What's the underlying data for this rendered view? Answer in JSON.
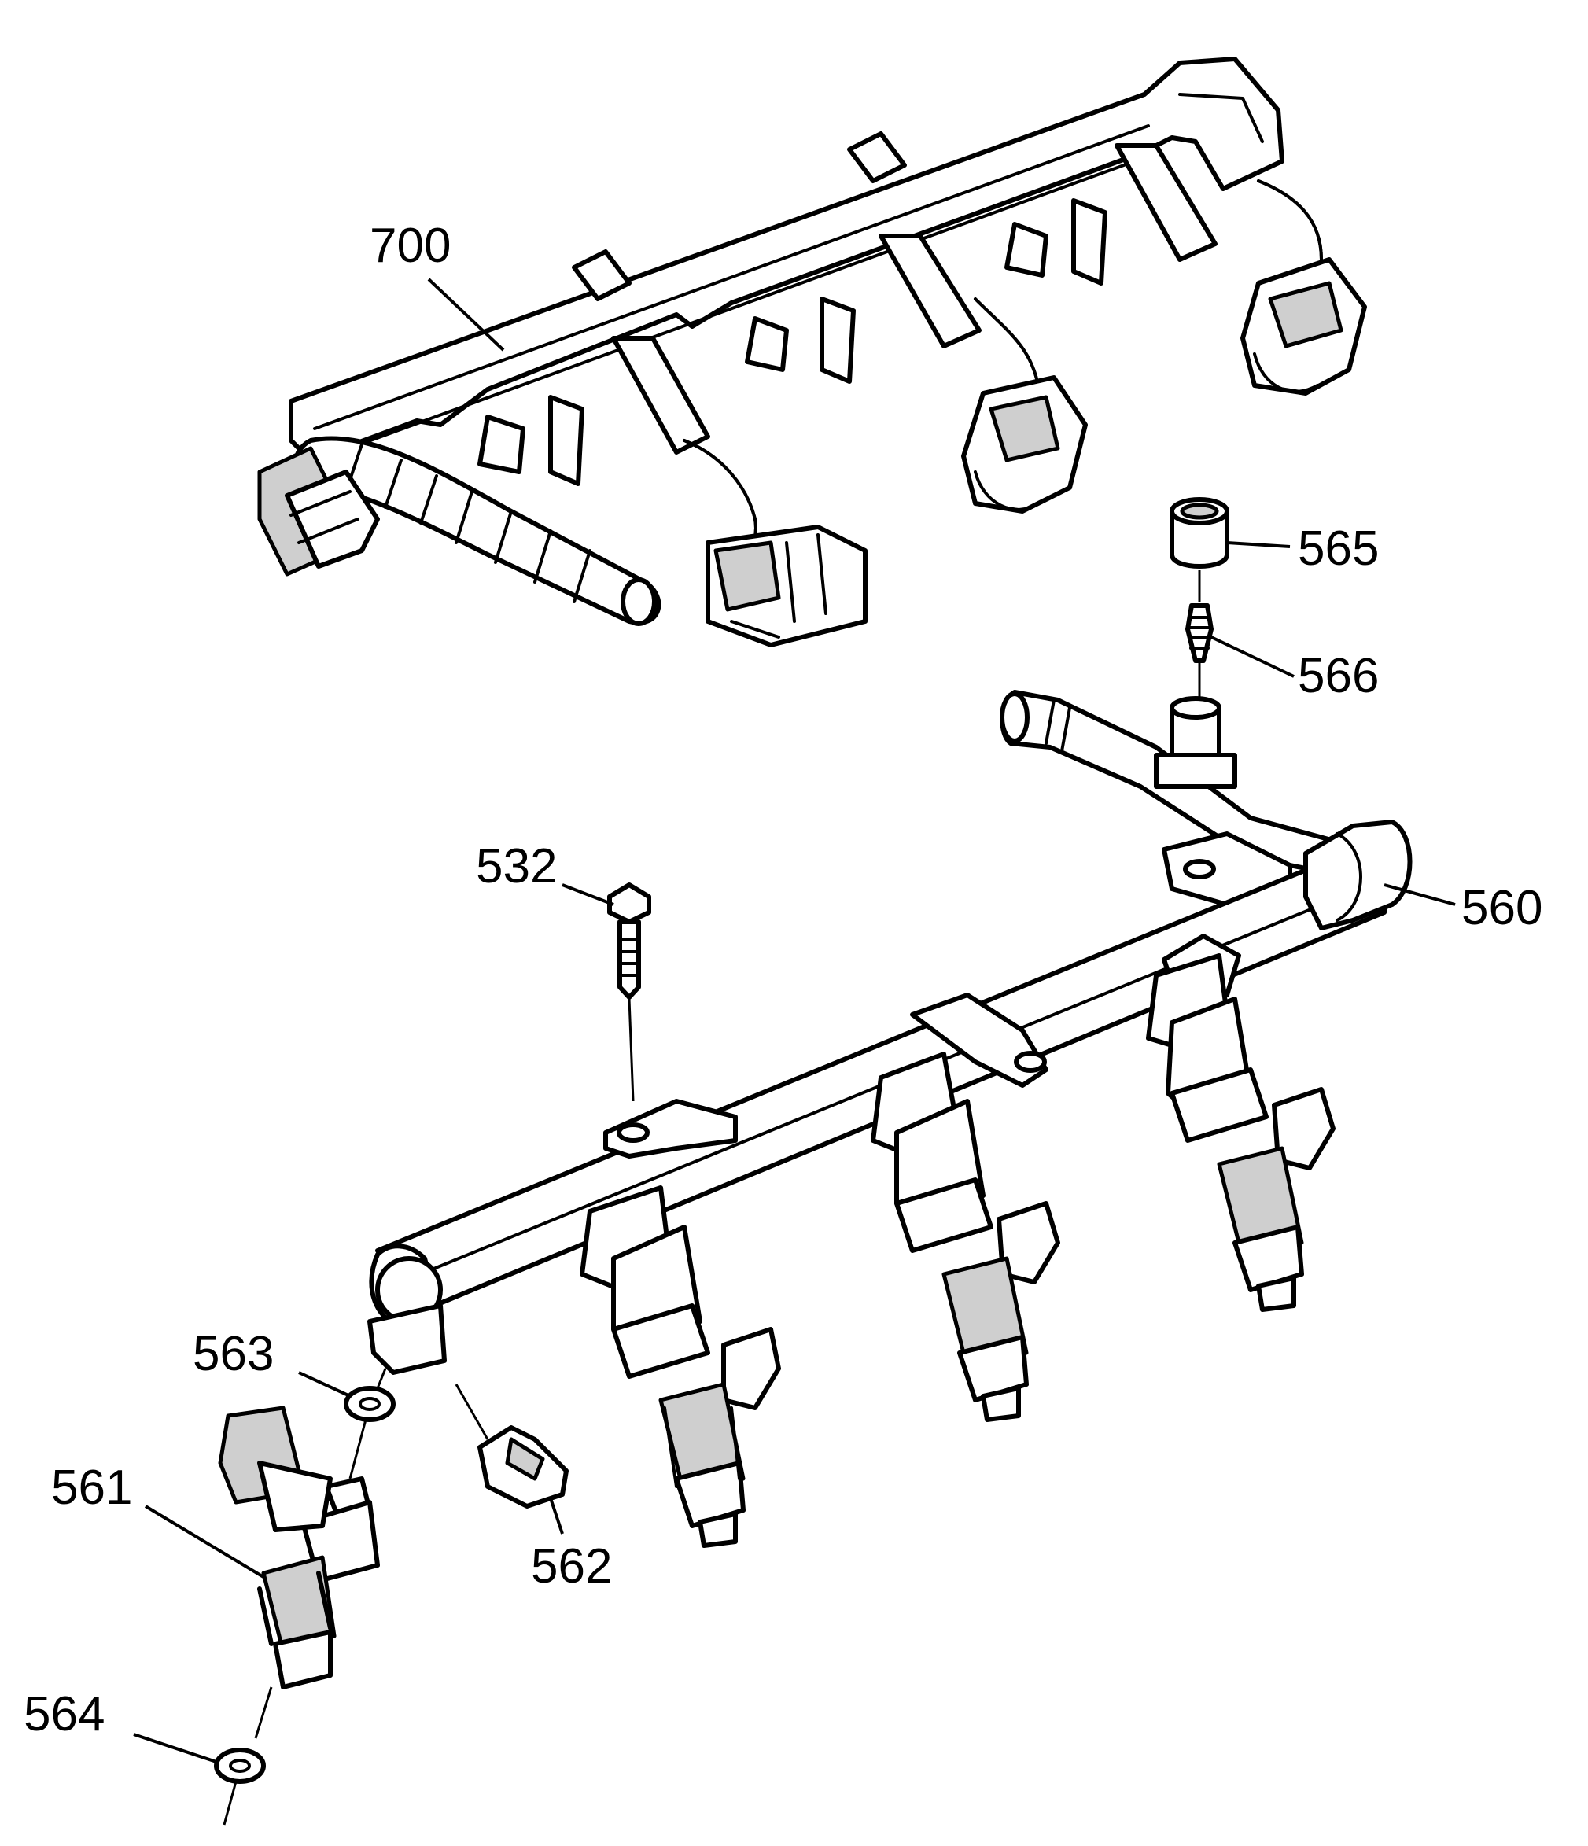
{
  "callouts": {
    "harness": "700",
    "cap": "565",
    "valve": "566",
    "bolt": "532",
    "rail": "560",
    "seal_upper": "563",
    "injector": "561",
    "clip": "562",
    "seal_lower": "564"
  }
}
